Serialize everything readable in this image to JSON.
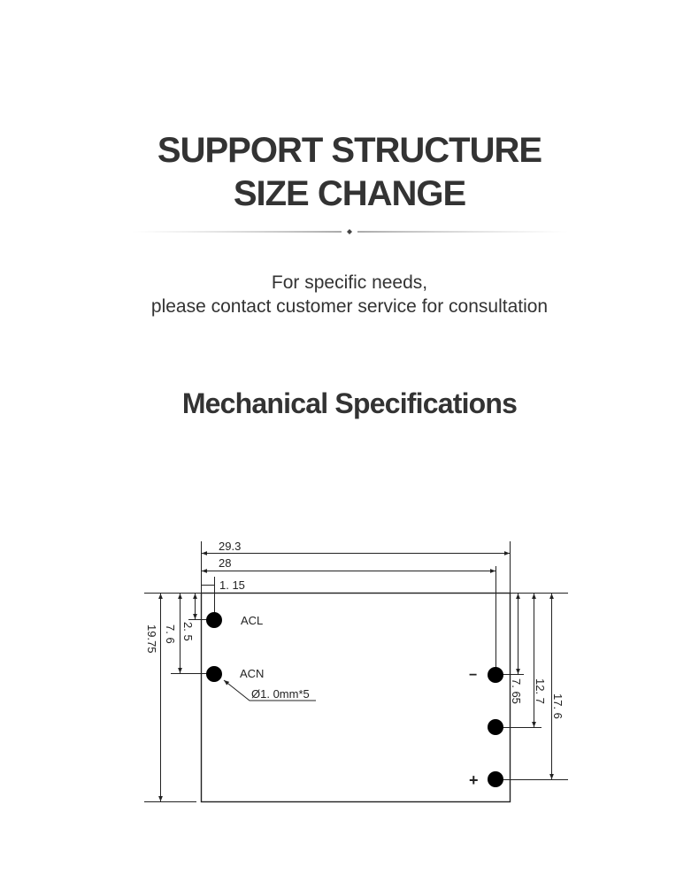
{
  "header": {
    "title_line1": "SUPPORT STRUCTURE",
    "title_line2": "SIZE CHANGE",
    "subtitle_line1": "For specific needs,",
    "subtitle_line2": "please contact customer service for consultation"
  },
  "section": {
    "heading": "Mechanical Specifications"
  },
  "diagram": {
    "dim_width_overall": "29.3",
    "dim_pin_span": "28",
    "dim_pin_offset": "1. 15",
    "dim_height_overall": "19.75",
    "dim_acn_from_top": "7. 6",
    "dim_acl_from_top": "2. 5",
    "dim_minus_from_top": "7. 65",
    "dim_mid_from_top": "12. 7",
    "dim_plus_from_top": "17. 6",
    "pin_acl": "ACL",
    "pin_acn": "ACN",
    "pin_minus": "−",
    "pin_plus": "+",
    "hole_spec": "Ø1. 0mm*5"
  }
}
